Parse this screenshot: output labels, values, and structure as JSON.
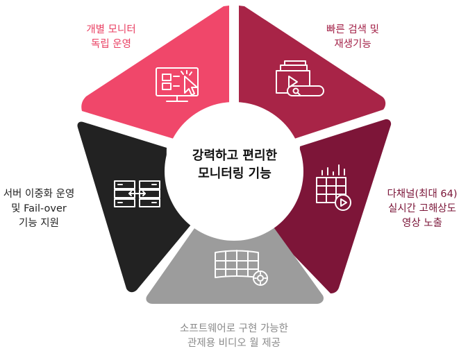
{
  "center": {
    "title_line1": "강력하고 편리한",
    "title_line2": "모니터링 기능"
  },
  "segments": [
    {
      "id": "independent-monitor",
      "line1": "개별 모니터",
      "line2": "독립 운영",
      "color": "#f0476a",
      "icon": "monitor-cursor-icon"
    },
    {
      "id": "fast-search",
      "line1": "빠른 검색 및",
      "line2": "재생기능",
      "color": "#a82447",
      "icon": "video-search-icon"
    },
    {
      "id": "multichannel",
      "line1": "다채널(최대 64)",
      "line2": "실시간 고해상도",
      "line3": "영상 노출",
      "color": "#7d1538",
      "icon": "grid-play-icon"
    },
    {
      "id": "software-wall",
      "line1": "소프트웨어로 구현 가능한",
      "line2": "관제용 비디오 월 제공",
      "color": "#9c9c9c",
      "icon": "video-wall-gear-icon"
    },
    {
      "id": "failover",
      "line1": "서버 이중화 운영",
      "line2": "및 Fail-over",
      "line3": "기능 지원",
      "color": "#222222",
      "icon": "server-redundancy-icon"
    }
  ],
  "colors": {
    "label_pink": "#e93f62",
    "label_crimson": "#a32248",
    "label_dark_crimson": "#7a1437",
    "label_gray": "#8a8a8a",
    "label_black": "#222222",
    "icon_stroke": "#ffffff"
  }
}
